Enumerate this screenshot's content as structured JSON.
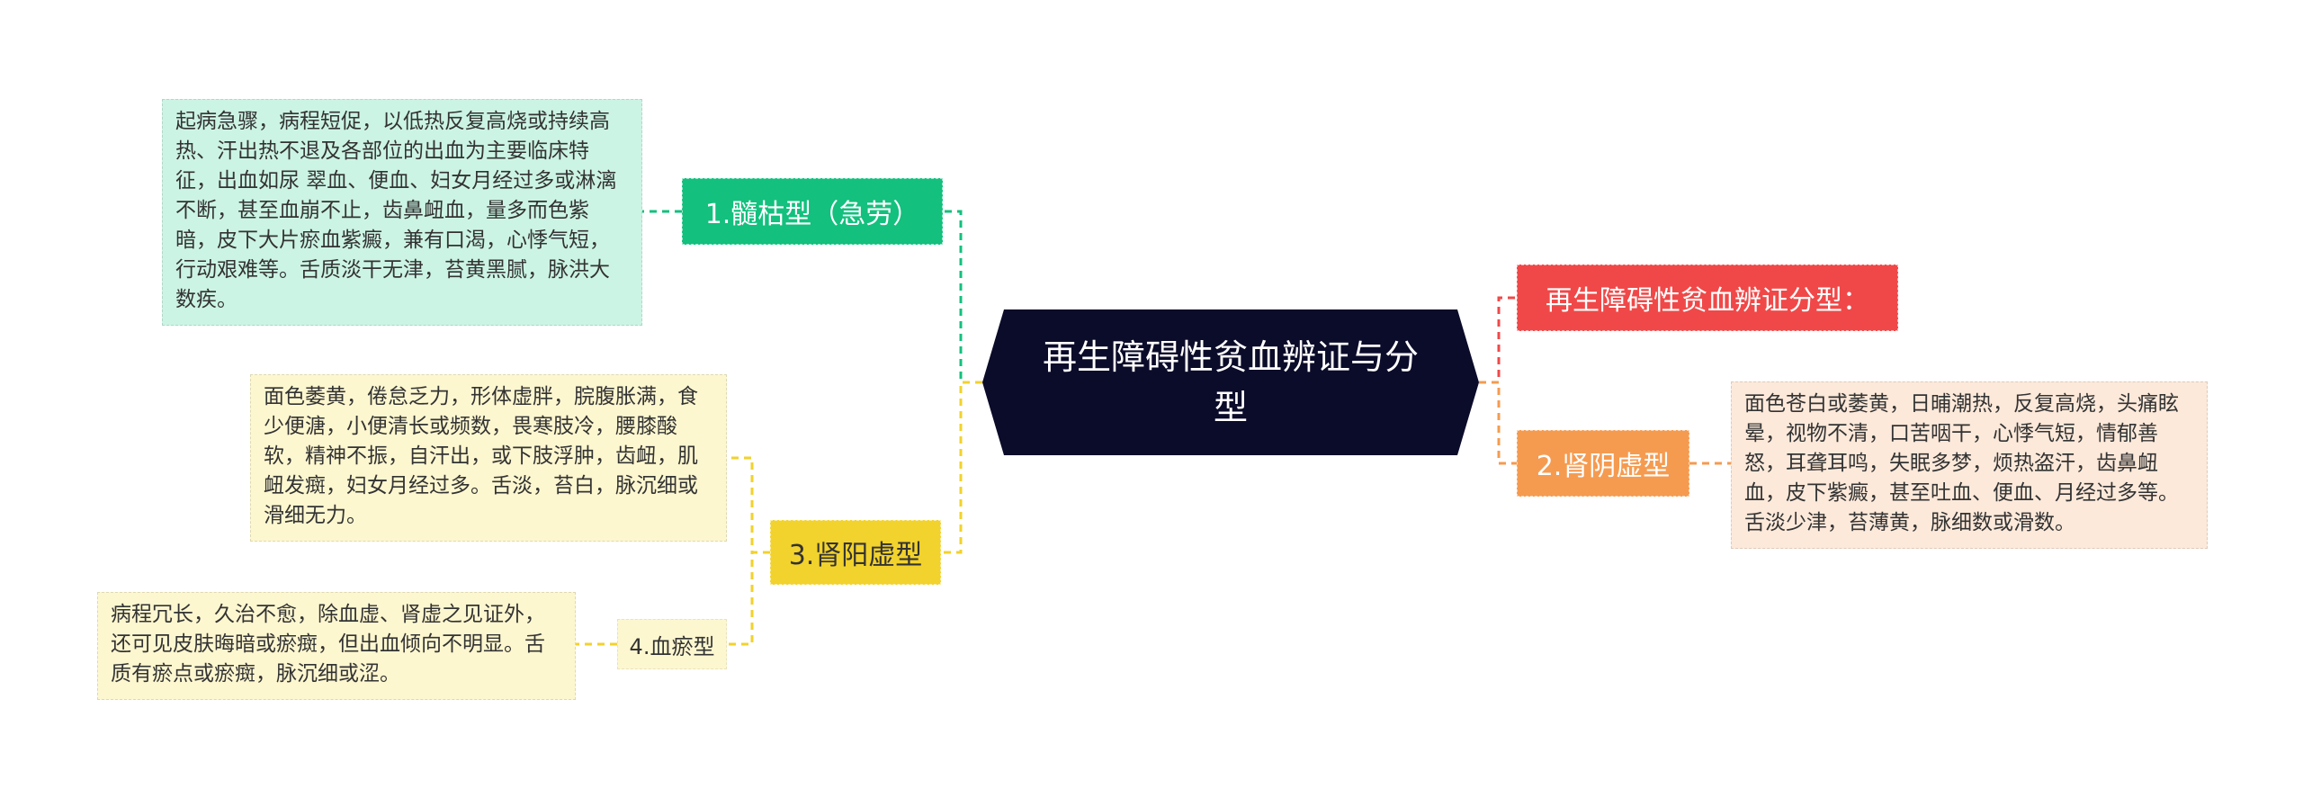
{
  "mindmap": {
    "center": {
      "label": "再生障碍性贫血辨证与分型"
    },
    "branches": {
      "suiku": {
        "label": "1.髓枯型（急劳）",
        "detail": "起病急骤，病程短促，以低热反复高烧或持续高热、汗出热不退及各部位的出血为主要临床特征，出血如尿 翠血、便血、妇女月经过多或淋漓不断，甚至血崩不止，齿鼻衄血，量多而色紫暗，皮下大片瘀血紫癜，兼有口渴，心悸气短，行动艰难等。舌质淡干无津，苔黄黑腻，脉洪大数疾。"
      },
      "shenyang": {
        "label": "3.肾阳虚型",
        "detail": "面色萎黄，倦怠乏力，形体虚胖，脘腹胀满，食少便溏，小便清长或频数，畏寒肢冷，腰膝酸软，精神不振，自汗出，或下肢浮肿，齿衄，肌衄发癍，妇女月经过多。舌淡，苔白，脉沉细或滑细无力。"
      },
      "xueyu": {
        "label": "4.血瘀型",
        "detail": "病程冗长，久治不愈，除血虚、肾虚之见证外，还可见皮肤晦暗或瘀癍，但出血倾向不明显。舌质有瘀点或瘀癍，脉沉细或涩。"
      },
      "heading": {
        "label": "再生障碍性贫血辨证分型："
      },
      "shenyin": {
        "label": "2.肾阴虚型",
        "detail": "面色苍白或萎黄，日晡潮热，反复高烧，头痛眩晕，视物不清，口苦咽干，心悸气短，情郁善怒，耳聋耳鸣，失眠多梦，烦热盗汗，齿鼻衄血，皮下紫癜，甚至吐血、便血、月经过多等。舌淡少津，苔薄黄，脉细数或滑数。"
      }
    },
    "colors": {
      "center": "#0b0b2a",
      "green": "#13c07d",
      "yellow": "#f2d22c",
      "red": "#f04848",
      "orange": "#f59b50"
    }
  }
}
